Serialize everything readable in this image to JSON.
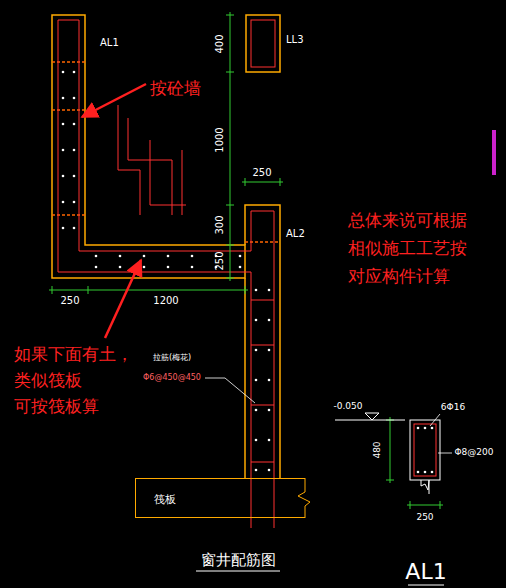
{
  "diagram": {
    "title": "窗井配筋图",
    "nodes": [
      {
        "text": [
          "筏板"
        ]
      }
    ],
    "edges": [],
    "labels": [
      "AL1",
      "LL3",
      "AL2",
      "400",
      "1000",
      "300",
      "250",
      "250",
      "250",
      "1200",
      "按砼墙",
      "总体来说可根据",
      "相似施工工艺按",
      "对应构件计算",
      "如果下面有土，",
      "类似筏板",
      "可按筏板算",
      "拉筋(梅花)",
      "Φ6@450@450",
      "-0.050",
      "6Φ16",
      "Φ8@200",
      "480",
      "250",
      "AL1"
    ]
  }
}
